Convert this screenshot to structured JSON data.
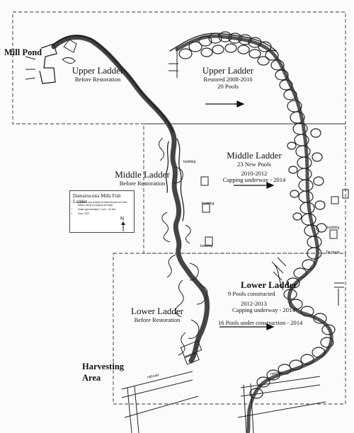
{
  "map": {
    "place_labels": {
      "mill_pond": "Mill Pond",
      "harvesting_area": "Harvesting Area"
    },
    "before": {
      "upper": {
        "title": "Upper Ladder",
        "subtitle": "Before Restoration"
      },
      "middle": {
        "title": "Middle Ladder",
        "subtitle": "Before Restoration"
      },
      "lower": {
        "title": "Lower Ladder",
        "subtitle": "Before Restoration"
      }
    },
    "after": {
      "upper": {
        "title": "Upper Ladder",
        "line1": "Restored 2008-2010",
        "line2": "20 Pools"
      },
      "middle": {
        "title": "Middle Ladder",
        "line1": "23 New Pools",
        "line2": "2010-2012",
        "line3": "Capping underway - 2014"
      },
      "lower": {
        "title": "Lower Ladder",
        "line1": "9 Pools constructed",
        "line2": "2012-2013",
        "line3": "Capping underway - 2014",
        "line4": "16 Pools under construction - 2014"
      }
    },
    "small_labels": {
      "building": "building",
      "tar_trunk": "Tar trunk",
      "railroad": "railroad"
    },
    "legend": {
      "title": "Damariscotta Mills Fish Ladder",
      "items": [
        "A sketch map created by Mark Becker and Dale Wilson using a compass and tape",
        "Scale approximately 1 inch = 10 feet",
        "June, 2007"
      ],
      "north": "N"
    }
  }
}
